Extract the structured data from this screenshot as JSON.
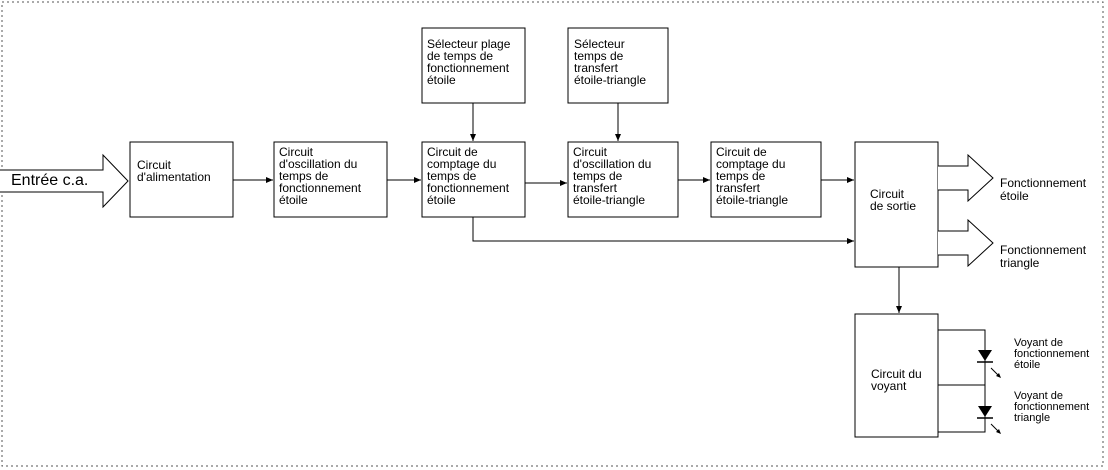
{
  "diagram": {
    "input_label": "Entrée c.a.",
    "blocks": {
      "alimentation": "Circuit\nd'alimentation",
      "oscillation_etoile": "Circuit\nd'oscillation du\ntemps de\nfonctionnement\nétoile",
      "comptage_etoile": "Circuit de\ncomptage du\ntemps de\nfonctionnement\nétoile",
      "oscillation_transfert": "Circuit\nd'oscillation du\ntemps de\ntransfert\nétoile-triangle",
      "comptage_transfert": "Circuit de\ncomptage du\ntemps de\ntransfert\nétoile-triangle",
      "sortie": "Circuit\nde sortie",
      "voyant": "Circuit du\nvoyant",
      "selecteur_plage": "Sélecteur plage\nde temps de\nfonctionnement\nétoile",
      "selecteur_transfert": "Sélecteur\ntemps de\ntransfert\nétoile-triangle"
    },
    "outputs": {
      "etoile": "Fonctionnement\nétoile",
      "triangle": "Fonctionnement\ntriangle"
    },
    "leds": {
      "etoile": "Voyant de\nfonctionnement\nétoile",
      "triangle": "Voyant de\nfonctionnement\ntriangle"
    }
  }
}
